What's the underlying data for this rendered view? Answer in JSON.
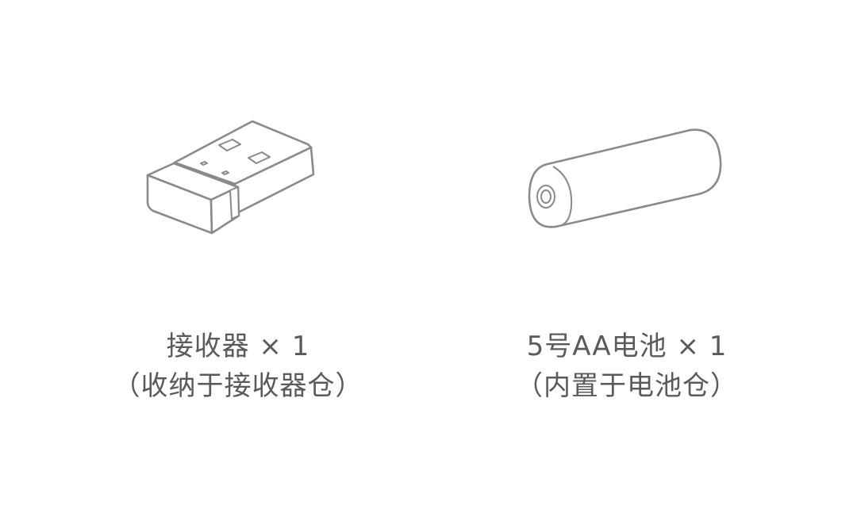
{
  "items": [
    {
      "name_line": "接收器 × 1",
      "note_line": "（收纳于接收器仓）",
      "icon": "usb-receiver-icon"
    },
    {
      "name_line": "5号AA电池 × 1",
      "note_line": "（内置于电池仓）",
      "icon": "aa-battery-icon"
    }
  ],
  "colors": {
    "background": "#ffffff",
    "line": "#8a8a8a",
    "text": "#5a5a5a"
  }
}
